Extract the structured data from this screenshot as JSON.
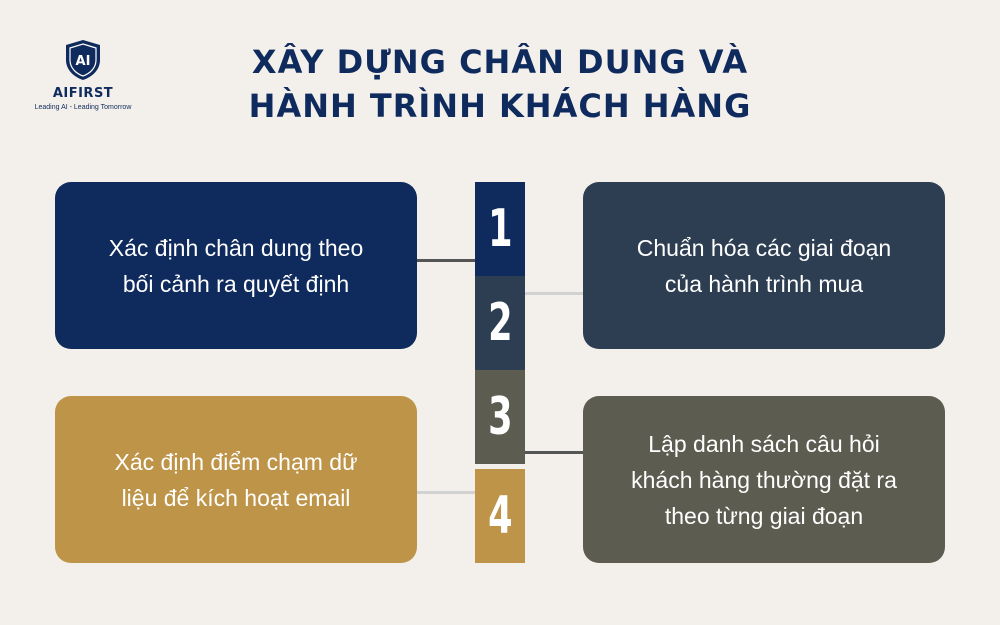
{
  "logo": {
    "name": "AIFIRST",
    "mark": "AI",
    "tagline": "Leading AI - Leading Tomorrow"
  },
  "title": {
    "line1": "XÂY DỰNG CHÂN DUNG VÀ",
    "line2": "HÀNH TRÌNH KHÁCH HÀNG"
  },
  "steps": [
    {
      "number": "1",
      "text": "Xác định chân dung theo bối cảnh ra quyết định",
      "color": "#0f2a5c"
    },
    {
      "number": "2",
      "text": "Chuẩn hóa các giai đoạn của hành trình mua",
      "color": "#2d3e52"
    },
    {
      "number": "3",
      "text": "Lập danh sách câu hỏi khách hàng thường đặt ra theo từng giai đoạn",
      "color": "#5c5c50"
    },
    {
      "number": "4",
      "text": "Xác định điểm chạm dữ liệu để kích hoạt email",
      "color": "#bd9448"
    }
  ]
}
